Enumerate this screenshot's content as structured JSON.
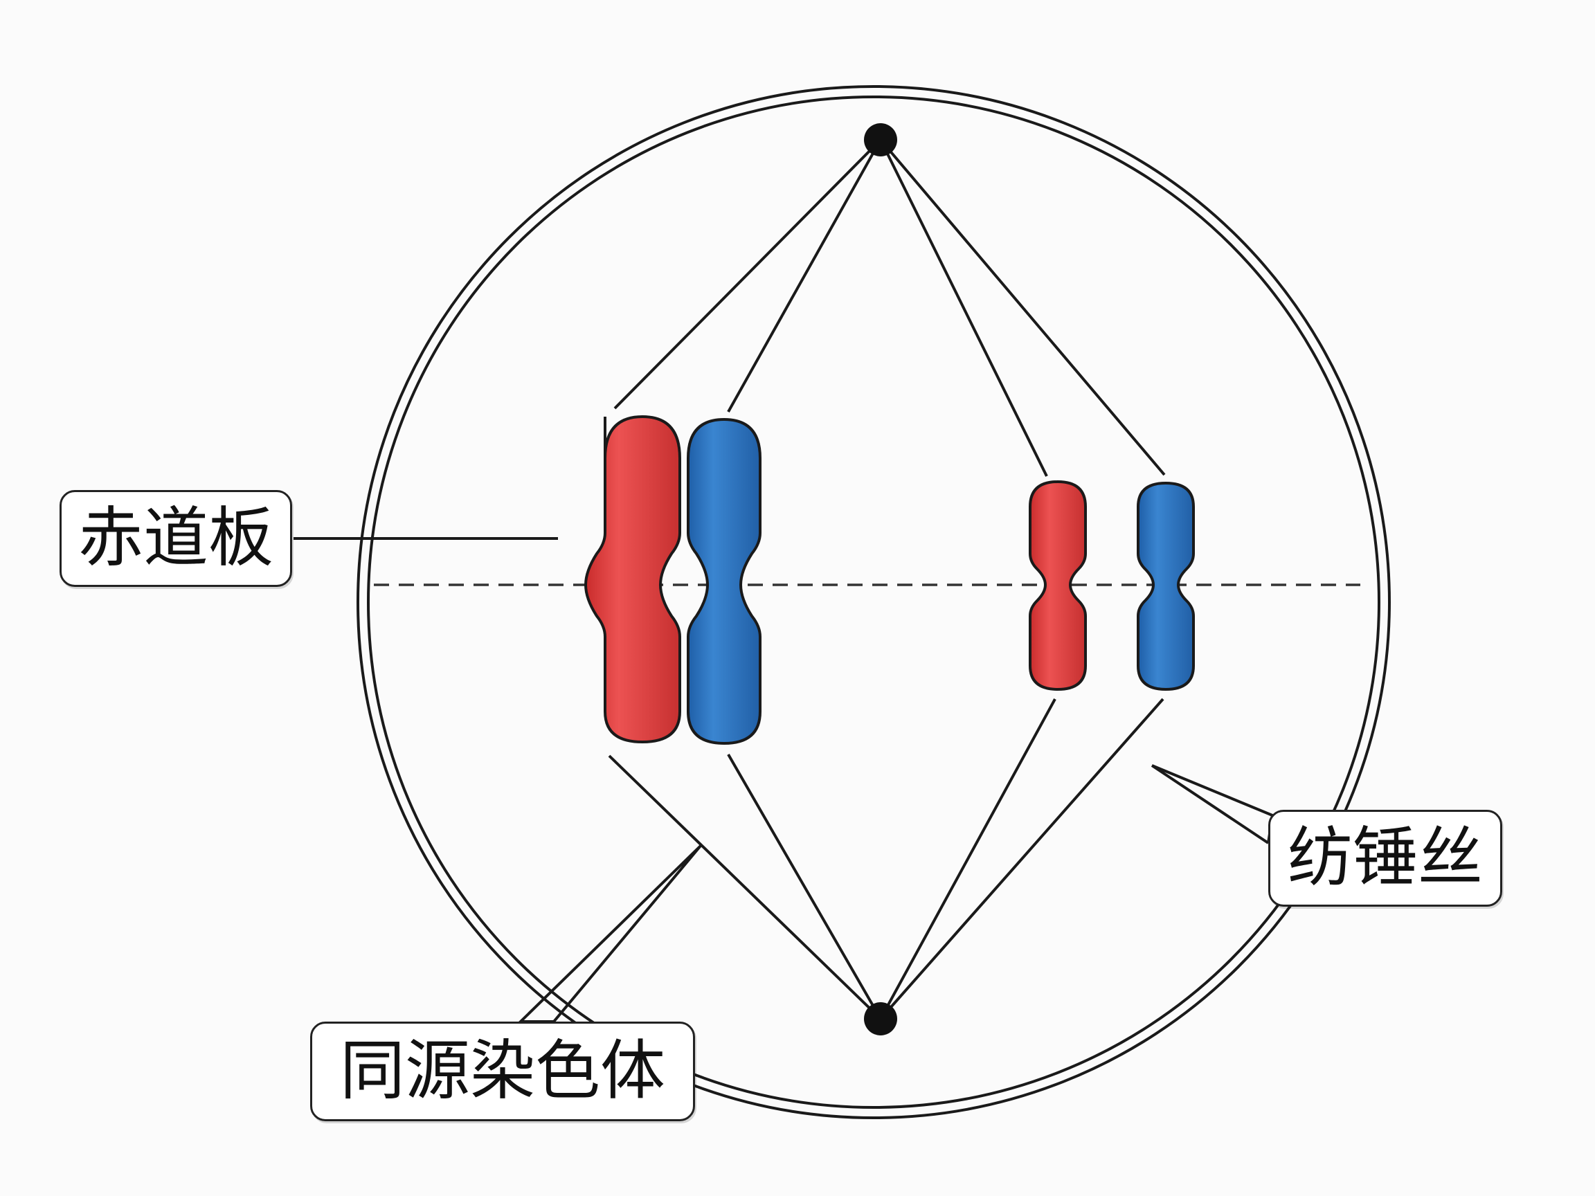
{
  "labels": {
    "equatorial_plate": "赤道板",
    "spindle_fiber": "纺锤丝",
    "homologous_chromosomes": "同源染色体"
  },
  "colors": {
    "maternal_chromosome": "#e04040",
    "paternal_chromosome": "#2f74c0",
    "outline": "#1a1a1a",
    "background": "#fbfbfb"
  },
  "chromosomes": [
    {
      "name": "large-red",
      "color": "red"
    },
    {
      "name": "large-blue",
      "color": "blue"
    },
    {
      "name": "small-red",
      "color": "red"
    },
    {
      "name": "small-blue",
      "color": "blue"
    }
  ]
}
